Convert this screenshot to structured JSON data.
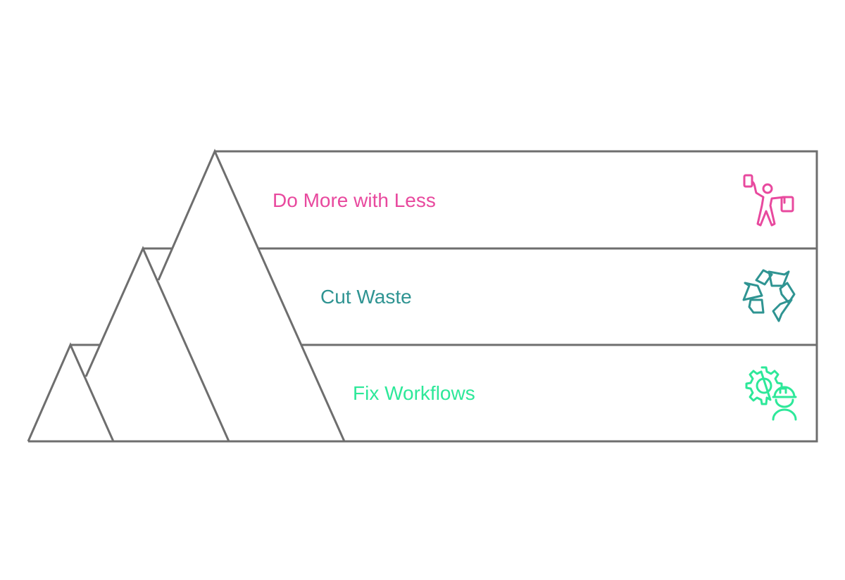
{
  "levels": [
    {
      "label": "Do More with Less",
      "icon": "person-lifting-boxes-icon",
      "color": "#E8499E"
    },
    {
      "label": "Cut Waste",
      "icon": "recycle-icon",
      "color": "#2F9492"
    },
    {
      "label": "Fix Workflows",
      "icon": "gear-worker-icon",
      "color": "#2DE899"
    }
  ],
  "line_color": "#6E6E6E"
}
